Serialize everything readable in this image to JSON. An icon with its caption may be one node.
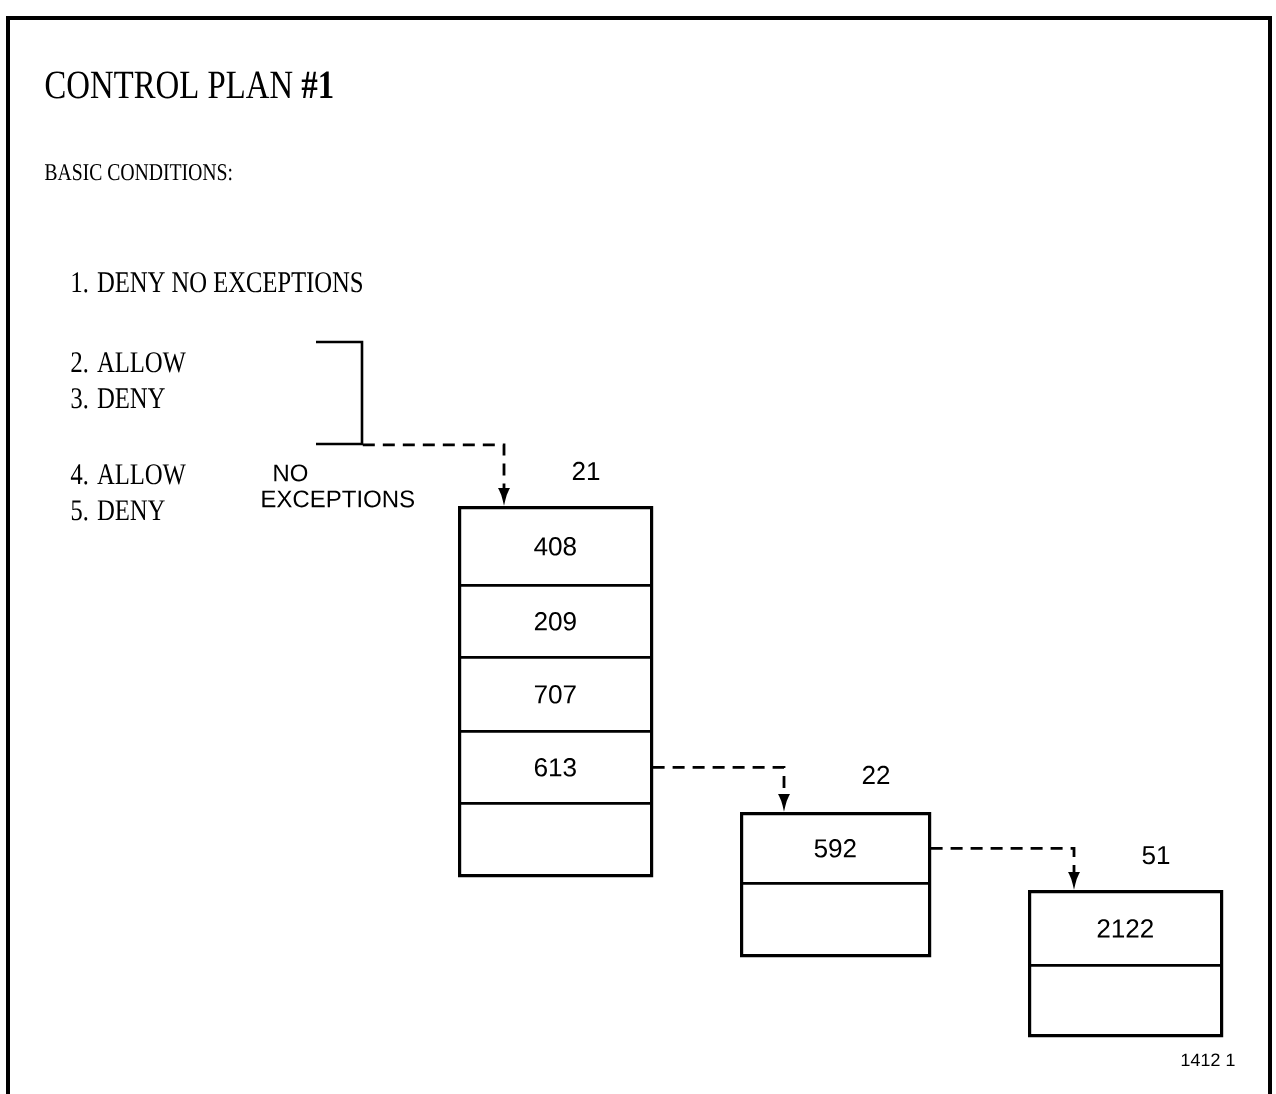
{
  "diagram": {
    "title": "CONTROL PLAN **#1**",
    "nodes": [
      {
        "text": [
          "21"
        ]
      },
      {
        "text": [
          "408"
        ],
        "in": 0
      },
      {
        "text": [
          "209"
        ],
        "in": 0
      },
      {
        "text": [
          "707"
        ],
        "in": 0
      },
      {
        "text": [
          "613"
        ],
        "in": 0
      },
      {
        "text": [],
        "shape": "box",
        "in": 0
      },
      {
        "text": [
          "22"
        ]
      },
      {
        "text": [
          "592"
        ],
        "in": 6
      },
      {
        "text": [],
        "shape": "box",
        "in": 6
      },
      {
        "text": [
          "51"
        ]
      },
      {
        "text": [
          "2122"
        ],
        "in": 9
      },
      {
        "text": [],
        "shape": "box",
        "in": 9
      },
      {
        "text": [],
        "shape": "bracket"
      }
    ],
    "edges": [
      {
        "from": 12,
        "to": 0,
        "arrow": "to",
        "style": "dashed"
      },
      {
        "from": 4,
        "to": 6,
        "arrow": "to",
        "style": "dashed"
      },
      {
        "from": 7,
        "to": 9,
        "arrow": "to",
        "style": "dashed"
      }
    ],
    "labels": [
      "BASIC CONDITIONS:",
      "1. DENY NO EXCEPTIONS",
      "2. ALLOW",
      "3. DENY",
      "4. ALLOW",
      "5. DENY",
      "NO EXCEPTIONS",
      "1412 1"
    ]
  }
}
